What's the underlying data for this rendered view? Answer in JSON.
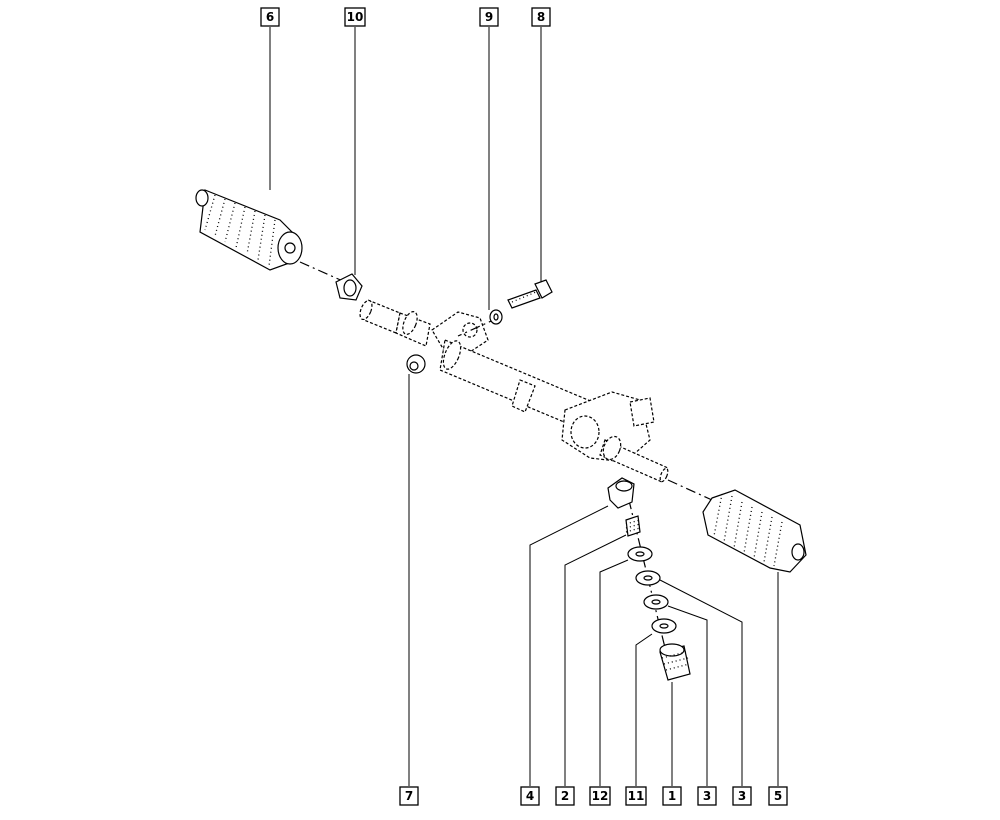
{
  "callouts": [
    {
      "id": "c6",
      "label": "6"
    },
    {
      "id": "c10",
      "label": "10"
    },
    {
      "id": "c9",
      "label": "9"
    },
    {
      "id": "c8",
      "label": "8"
    },
    {
      "id": "c7",
      "label": "7"
    },
    {
      "id": "c4",
      "label": "4"
    },
    {
      "id": "c2",
      "label": "2"
    },
    {
      "id": "c12",
      "label": "12"
    },
    {
      "id": "c11",
      "label": "11"
    },
    {
      "id": "c1",
      "label": "1"
    },
    {
      "id": "c3a",
      "label": "3"
    },
    {
      "id": "c3b",
      "label": "3"
    },
    {
      "id": "c5",
      "label": "5"
    }
  ]
}
